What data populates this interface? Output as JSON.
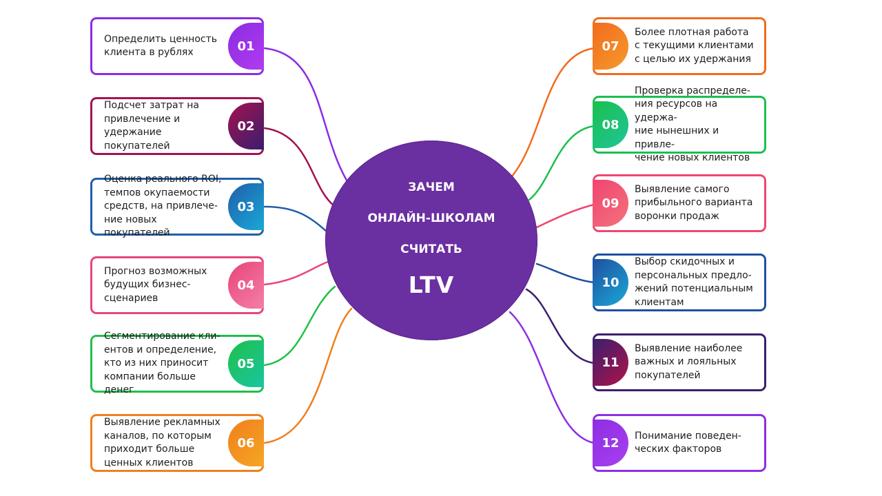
{
  "center": {
    "line1": "ЗАЧЕМ",
    "line2": "ОНЛАЙН-ШКОЛАМ",
    "line3": "СЧИТАТЬ",
    "line4": "LTV",
    "color": "#6a2fa0"
  },
  "items": [
    {
      "number": "01",
      "text": "Определить ценность\nклиента в рублях",
      "color": "#8b2be2",
      "color2": "#b03cf0"
    },
    {
      "number": "02",
      "text": "Подсчет затрат на\nпривлечение и\nудержание покупателей",
      "color": "#a3124f",
      "color2": "#3a1d6e"
    },
    {
      "number": "03",
      "text": "Оценка реального ROI,\nтемпов окупаемости\nсредств, на привлече-\nние новых покупателей",
      "color": "#1f5fa8",
      "color2": "#1aa7d8"
    },
    {
      "number": "04",
      "text": "Прогноз возможных\nбудущих бизнес-\nсценариев",
      "color": "#e8457a",
      "color2": "#f47fa6"
    },
    {
      "number": "05",
      "text": "Сегментирование кли-\nентов и определение,\nкто из них приносит\nкомпании больше денег",
      "color": "#1fbf4a",
      "color2": "#19c6a0"
    },
    {
      "number": "06",
      "text": "Выявление рекламных\nканалов, по которым\nприходит больше\nценных клиентов",
      "color": "#f07f1d",
      "color2": "#f5a623"
    },
    {
      "number": "07",
      "text": "Более плотная работа\nс текущими клиентами\nс целью их удержания",
      "color": "#f26b1d",
      "color2": "#f59a2c"
    },
    {
      "number": "08",
      "text": "Проверка распределе-\nния ресурсов на удержа-\nние нынешних и привле-\nчение новых клиентов",
      "color": "#1bbf4d",
      "color2": "#1fc59a"
    },
    {
      "number": "09",
      "text": "Выявление самого\nприбыльного варианта\nворонки продаж",
      "color": "#f0456f",
      "color2": "#f4717d"
    },
    {
      "number": "10",
      "text": "Выбор скидочных и\nперсональных предло-\nжений потенциальным\nклиентам",
      "color": "#1f4fa0",
      "color2": "#1aa9d8"
    },
    {
      "number": "11",
      "text": "Выявление наиболее\nважных и лояльных\nпокупателей",
      "color": "#3a1f6e",
      "color2": "#b0124a"
    },
    {
      "number": "12",
      "text": "Понимание поведен-\nческих факторов",
      "color": "#8d2ee3",
      "color2": "#a93ff0"
    }
  ]
}
